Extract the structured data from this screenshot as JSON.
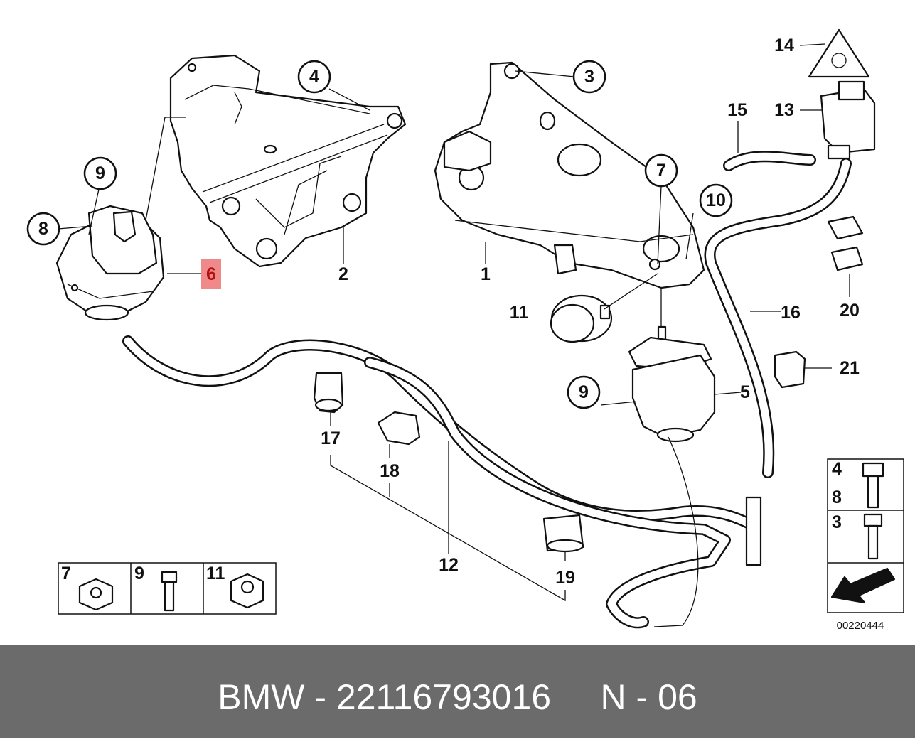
{
  "diagram": {
    "callouts": [
      {
        "id": "c1",
        "label": "1"
      },
      {
        "id": "c2",
        "label": "2"
      },
      {
        "id": "c3",
        "label": "3"
      },
      {
        "id": "c4",
        "label": "4"
      },
      {
        "id": "c5",
        "label": "5"
      },
      {
        "id": "c6",
        "label": "6",
        "highlighted": true
      },
      {
        "id": "c7",
        "label": "7"
      },
      {
        "id": "c8",
        "label": "8"
      },
      {
        "id": "c9a",
        "label": "9"
      },
      {
        "id": "c9b",
        "label": "9"
      },
      {
        "id": "c10",
        "label": "10"
      },
      {
        "id": "c11",
        "label": "11"
      },
      {
        "id": "c12",
        "label": "12"
      },
      {
        "id": "c13",
        "label": "13"
      },
      {
        "id": "c14",
        "label": "14"
      },
      {
        "id": "c15",
        "label": "15"
      },
      {
        "id": "c16",
        "label": "16"
      },
      {
        "id": "c17",
        "label": "17"
      },
      {
        "id": "c18",
        "label": "18"
      },
      {
        "id": "c19",
        "label": "19"
      },
      {
        "id": "c20",
        "label": "20"
      },
      {
        "id": "c21",
        "label": "21"
      }
    ],
    "fastener_table_left": [
      "7",
      "9",
      "11"
    ],
    "fastener_table_right": [
      "4",
      "8",
      "3"
    ],
    "diagram_number": "00220444",
    "highlight_color": "#f08a8a"
  },
  "footer": {
    "text": "BMW - 22116793016     N - 06",
    "background": "#6b6b6b"
  }
}
